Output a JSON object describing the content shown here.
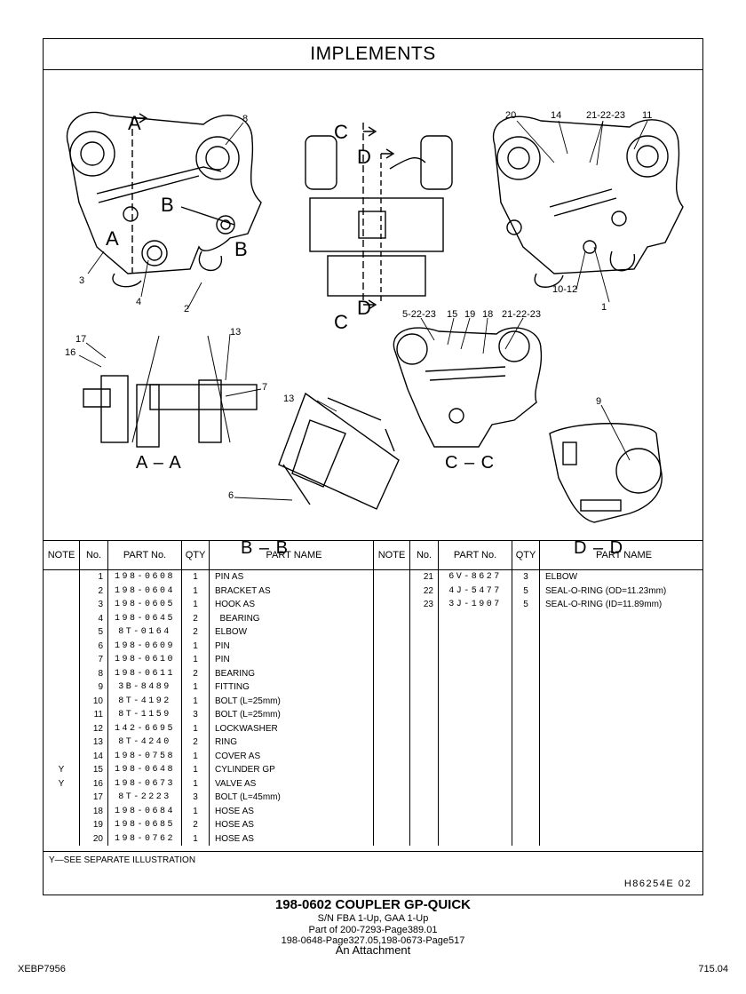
{
  "header": {
    "title": "IMPLEMENTS"
  },
  "figure": {
    "section_labels": [
      "A – A",
      "B – B",
      "C – C",
      "D – D"
    ],
    "cut_letters": {
      "a": "A",
      "b": "B",
      "c": "C",
      "d": "D"
    },
    "callouts": {
      "c8": "8",
      "c3": "3",
      "c4": "4",
      "c2": "2",
      "c20": "20",
      "c14": "14",
      "c21_22_23": "21-22-23",
      "c11": "11",
      "c10_12": "10-12",
      "c1": "1",
      "c17": "17",
      "c16": "16",
      "c13a": "13",
      "c7": "7",
      "c13b": "13",
      "c6": "6",
      "c5_22_23": "5-22-23",
      "c15": "15",
      "c19": "19",
      "c18": "18",
      "c21_22_23b": "21-22-23",
      "c9": "9"
    }
  },
  "table": {
    "headers": {
      "note": "NOTE",
      "no": "No.",
      "part_no": "PART No.",
      "qty": "QTY",
      "part_name": "PART NAME"
    },
    "left_rows": [
      {
        "note": "",
        "no": "1",
        "part_no": "198-0608",
        "qty": "1",
        "name": "PIN AS"
      },
      {
        "note": "",
        "no": "2",
        "part_no": "198-0604",
        "qty": "1",
        "name": "BRACKET AS"
      },
      {
        "note": "",
        "no": "3",
        "part_no": "198-0605",
        "qty": "1",
        "name": "HOOK AS"
      },
      {
        "note": "",
        "no": "4",
        "part_no": "198-0645",
        "qty": "2",
        "name": "  BEARING"
      },
      {
        "note": "",
        "no": "5",
        "part_no": "8T-0164",
        "qty": "2",
        "name": "ELBOW"
      },
      {
        "note": "",
        "no": "6",
        "part_no": "198-0609",
        "qty": "1",
        "name": "PIN"
      },
      {
        "note": "",
        "no": "7",
        "part_no": "198-0610",
        "qty": "1",
        "name": "PIN"
      },
      {
        "note": "",
        "no": "8",
        "part_no": "198-0611",
        "qty": "2",
        "name": "BEARING"
      },
      {
        "note": "",
        "no": "9",
        "part_no": "3B-8489",
        "qty": "1",
        "name": "FITTING"
      },
      {
        "note": "",
        "no": "10",
        "part_no": "8T-4192",
        "qty": "1",
        "name": "BOLT (L=25mm)"
      },
      {
        "note": "",
        "no": "11",
        "part_no": "8T-1159",
        "qty": "3",
        "name": "BOLT (L=25mm)"
      },
      {
        "note": "",
        "no": "12",
        "part_no": "142-6695",
        "qty": "1",
        "name": "LOCKWASHER"
      },
      {
        "note": "",
        "no": "13",
        "part_no": "8T-4240",
        "qty": "2",
        "name": "RING"
      },
      {
        "note": "",
        "no": "14",
        "part_no": "198-0758",
        "qty": "1",
        "name": "COVER AS"
      },
      {
        "note": "Y",
        "no": "15",
        "part_no": "198-0648",
        "qty": "1",
        "name": "CYLINDER GP"
      },
      {
        "note": "Y",
        "no": "16",
        "part_no": "198-0673",
        "qty": "1",
        "name": "VALVE AS"
      },
      {
        "note": "",
        "no": "17",
        "part_no": "8T-2223",
        "qty": "3",
        "name": "BOLT (L=45mm)"
      },
      {
        "note": "",
        "no": "18",
        "part_no": "198-0684",
        "qty": "1",
        "name": "HOSE AS"
      },
      {
        "note": "",
        "no": "19",
        "part_no": "198-0685",
        "qty": "2",
        "name": "HOSE AS"
      },
      {
        "note": "",
        "no": "20",
        "part_no": "198-0762",
        "qty": "1",
        "name": "HOSE AS"
      }
    ],
    "right_rows": [
      {
        "note": "",
        "no": "21",
        "part_no": "6V-8627",
        "qty": "3",
        "name": "ELBOW"
      },
      {
        "note": "",
        "no": "22",
        "part_no": "4J-5477",
        "qty": "5",
        "name": "SEAL-O-RING (OD=11.23mm)"
      },
      {
        "note": "",
        "no": "23",
        "part_no": "3J-1907",
        "qty": "5",
        "name": "SEAL-O-RING (ID=11.89mm)"
      }
    ]
  },
  "footnote": {
    "note": "Y—SEE SEPARATE ILLUSTRATION",
    "ref": "H86254E  02"
  },
  "caption": {
    "title": "198-0602  COUPLER GP-QUICK",
    "line1": "S/N FBA 1-Up, GAA 1-Up",
    "line2": "Part of 200-7293-Page389.01",
    "line3": "198-0648-Page327.05,198-0673-Page517",
    "line4": "An Attachment"
  },
  "corner": {
    "left": "XEBP7956",
    "right": "715.04"
  }
}
